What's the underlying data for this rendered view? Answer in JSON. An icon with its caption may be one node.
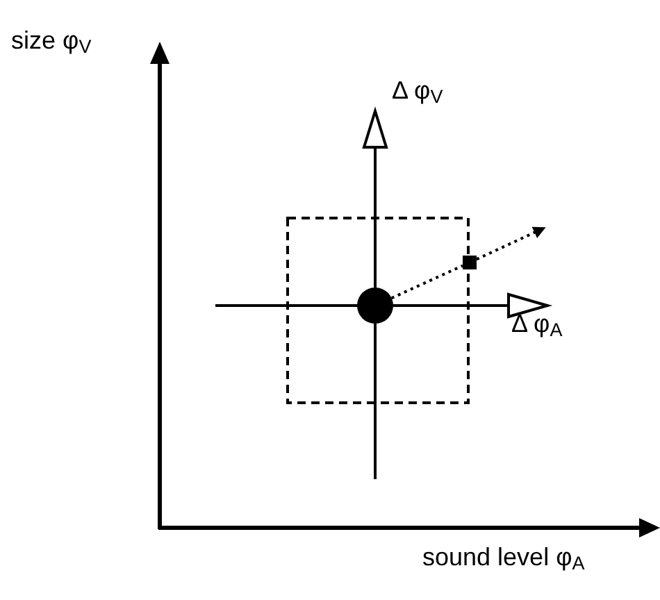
{
  "diagram": {
    "nodes": [
      {
        "text": [],
        "shape": "circle"
      },
      {
        "text": [],
        "shape": "box"
      }
    ],
    "edges": [
      {
        "from": 0,
        "to": 1,
        "arrow": "none",
        "style": "dashed"
      },
      {
        "from": 1,
        "to": null,
        "arrow": "to",
        "style": "dashed"
      }
    ],
    "labels": [
      "size φ$_{V}$",
      "Δ φ$_{V}$",
      "Δ φ$_{A}$",
      "sound level φ$_{A}$"
    ]
  }
}
